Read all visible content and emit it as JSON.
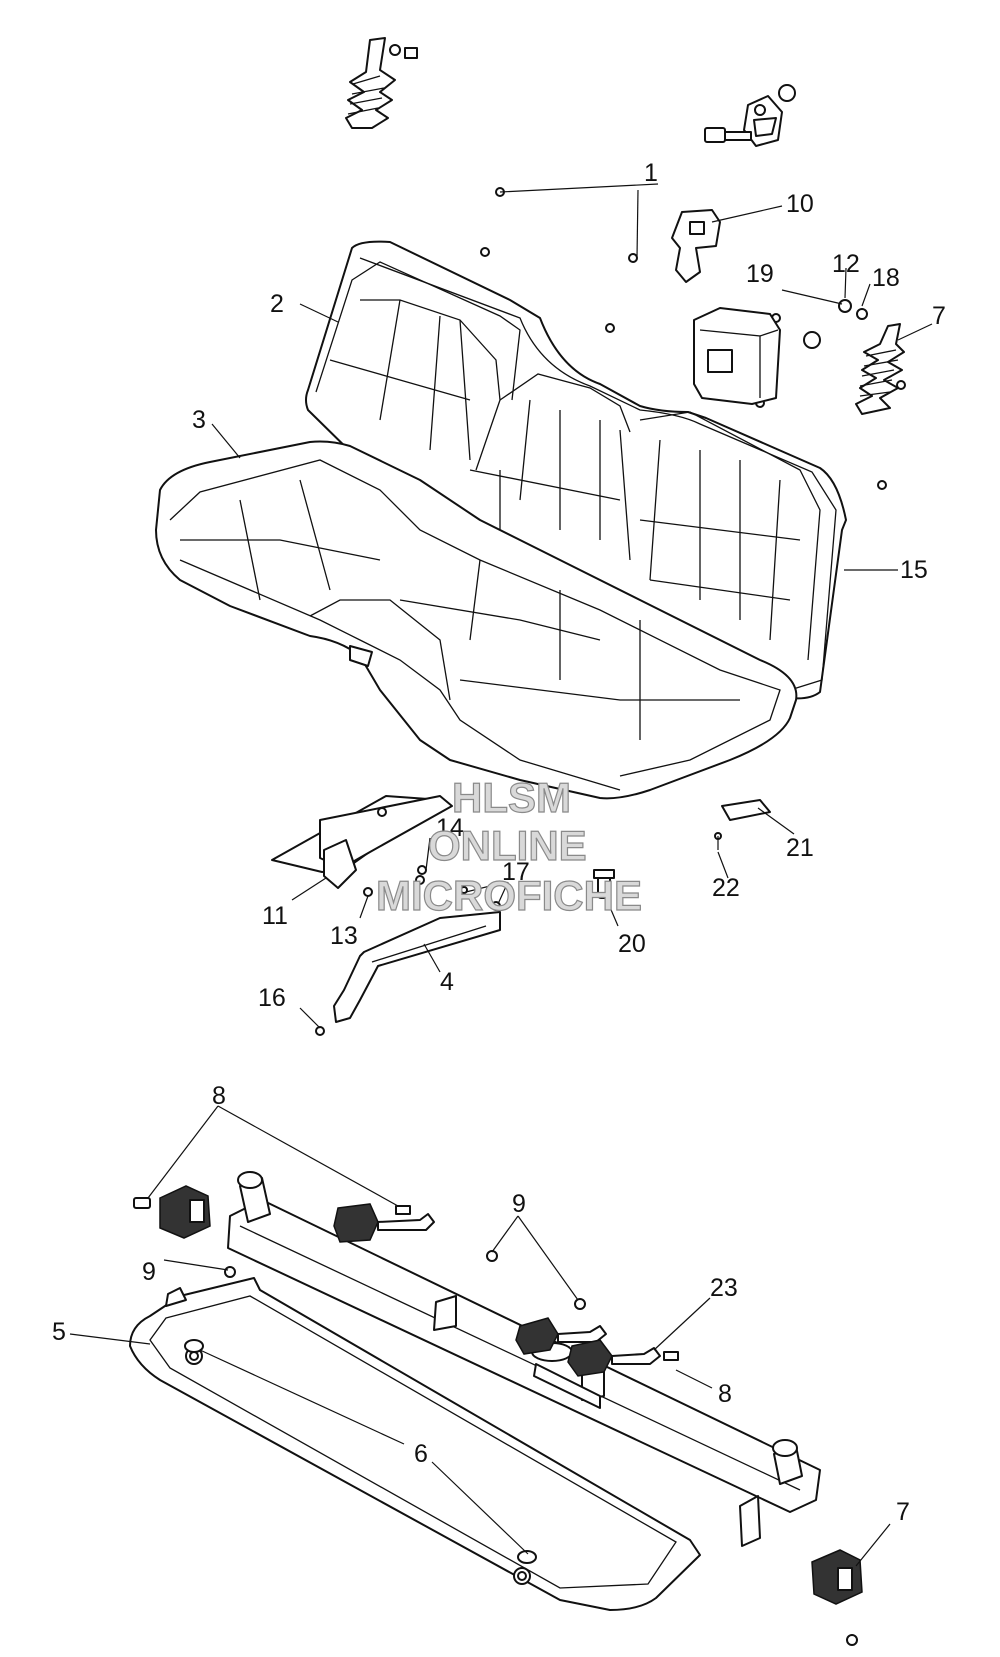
{
  "callouts": [
    "1",
    "2",
    "3",
    "4",
    "5",
    "6",
    "7",
    "7",
    "8",
    "8",
    "8",
    "9",
    "9",
    "9",
    "10",
    "11",
    "12",
    "13",
    "14",
    "15",
    "16",
    "17",
    "18",
    "19",
    "20",
    "21",
    "22",
    "23"
  ],
  "watermark": {
    "line1": "HLSM",
    "line2": "ONLINE",
    "line3": "MICROFICHE"
  }
}
